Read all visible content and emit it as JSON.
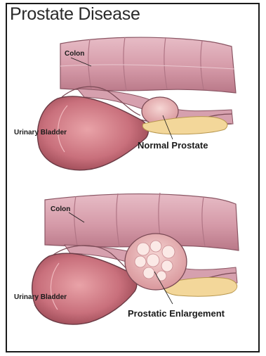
{
  "title": "Prostate Disease",
  "panels": [
    {
      "colon_label": "Colon",
      "bladder_label": "Urinary Bladder",
      "prostate_label": "Normal Prostate"
    },
    {
      "colon_label": "Colon",
      "bladder_label": "Urinary Bladder",
      "prostate_label": "Prostatic Enlargement"
    }
  ],
  "colors": {
    "colon": "#dba8b4",
    "colon_dark": "#b07585",
    "bladder": "#c9707c",
    "bladder_dark": "#8f3f4b",
    "prostate": "#e7b3b6",
    "bone": "#f3d79a",
    "outline": "#6a3a44"
  }
}
